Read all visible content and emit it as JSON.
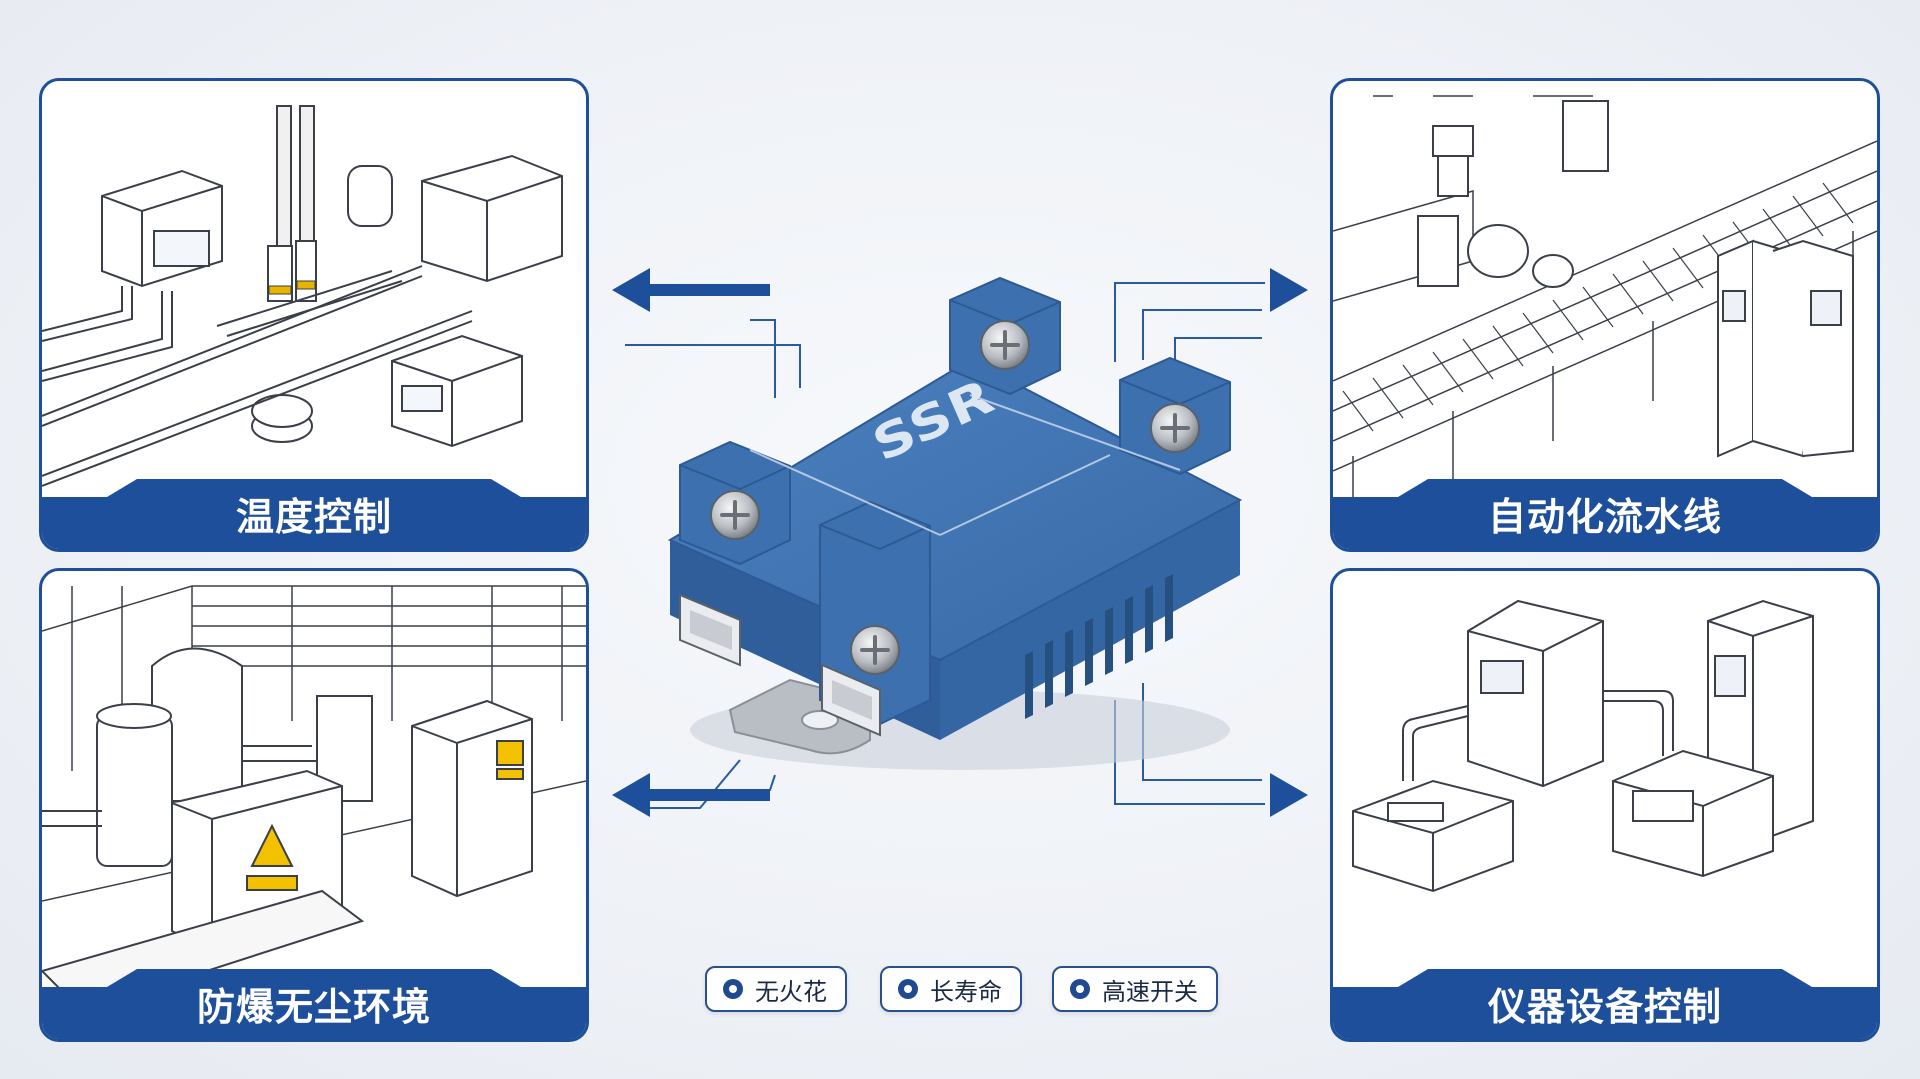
{
  "panels": {
    "top_left": {
      "label": "温度控制"
    },
    "bottom_left": {
      "label": "防爆无尘环境"
    },
    "top_right": {
      "label": "自动化流水线"
    },
    "bottom_right": {
      "label": "仪器设备控制"
    }
  },
  "product": {
    "brand_mark": "SSR",
    "body_color": "#3f72b0"
  },
  "features": [
    {
      "label": "无火花",
      "icon": "bullet-dot-icon"
    },
    {
      "label": "长寿命",
      "icon": "bullet-dot-icon"
    },
    {
      "label": "高速开关",
      "icon": "bullet-dot-icon"
    }
  ],
  "colors": {
    "accent": "#1e4f9a",
    "line": "#2a5a9f",
    "warning": "#f2c200"
  }
}
